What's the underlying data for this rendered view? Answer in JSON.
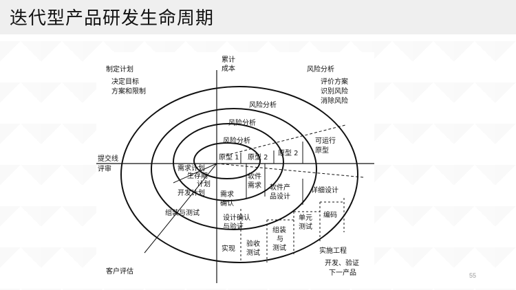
{
  "page": {
    "title": "迭代型产品研发生命周期",
    "page_number": "55"
  },
  "diagram": {
    "axis_top": [
      "累计",
      "成本"
    ],
    "axis_left": [
      "提交线",
      "评审"
    ],
    "quadrant_top_left": {
      "heading": "制定计划",
      "lines": [
        "决定目标",
        "方案和限制"
      ]
    },
    "quadrant_top_right": {
      "heading": "风险分析",
      "lines": [
        "评价方案",
        "识别风险",
        "消除风险"
      ]
    },
    "risk_outer": "风险分析",
    "risk_middle": "风险分析",
    "risk_inner": "风险分析",
    "prototypes": {
      "p1": "原型 1",
      "p2": "原型 2",
      "p3": "原型 2",
      "runnable": [
        "可运行",
        "原型"
      ]
    },
    "inner_left": {
      "req_plan": "需求计划",
      "life": [
        "生存期",
        "计划"
      ],
      "dev_plan": "开发计划",
      "integ_test": "组装与测试"
    },
    "inner_right": {
      "sw_req": [
        "软件",
        "需求"
      ],
      "req_confirm": [
        "需求",
        "确认"
      ],
      "sw_design": [
        "软件产",
        "品设计"
      ],
      "detail_design": "详细设计",
      "design_confirm": [
        "设计确认",
        "与验证"
      ]
    },
    "bottom_boxes": {
      "impl": "实现",
      "accept": [
        "验收",
        "测试"
      ],
      "assembly": [
        "组装",
        "与",
        "测试"
      ],
      "unit": [
        "单元",
        "测试"
      ],
      "code": "编码"
    },
    "quadrant_bottom_left": "客户评估",
    "quadrant_bottom_right": {
      "heading": "实施工程",
      "lines": [
        "开发、验证",
        "下一产品"
      ]
    }
  }
}
